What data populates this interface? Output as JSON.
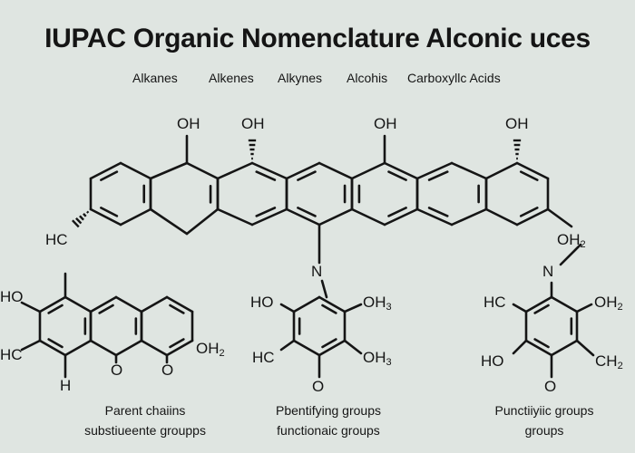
{
  "title": "IUPAC Organic Nomenclature Alconic uces",
  "categories": [
    "Alkanes",
    "Alkenes",
    "Alkynes",
    "Alcohis",
    "Carboxyllc Acids"
  ],
  "main_labels": {
    "oh1": "OH",
    "oh2": "OH",
    "oh3": "OH",
    "oh4": "OH",
    "hc": "HC",
    "oh2_right_main": "OH",
    "oh2_right_sub": "2",
    "n_center": "N",
    "n_right": "N"
  },
  "left_labels": {
    "ho": "HO",
    "hc": "HC",
    "h": "H",
    "o1": "O",
    "o2": "O",
    "oh2_main": "OH",
    "oh2_sub": "2"
  },
  "middle_labels": {
    "ho": "HO",
    "oh3a_main": "OH",
    "oh3a_sub": "3",
    "hc": "HC",
    "oh3b_main": "OH",
    "oh3b_sub": "3",
    "o": "O"
  },
  "right_labels": {
    "hc": "HC",
    "oh2_main": "OH",
    "oh2_sub": "2",
    "ho": "HO",
    "ch2_main": "CH",
    "ch2_sub": "2",
    "o": "O"
  },
  "captions": {
    "left": [
      "Parent chaiins",
      "substiueente groupps"
    ],
    "middle": [
      "Pbentifying groups",
      "functionaic groups"
    ],
    "right": [
      "Punctiiyiic groups",
      "groups"
    ]
  }
}
